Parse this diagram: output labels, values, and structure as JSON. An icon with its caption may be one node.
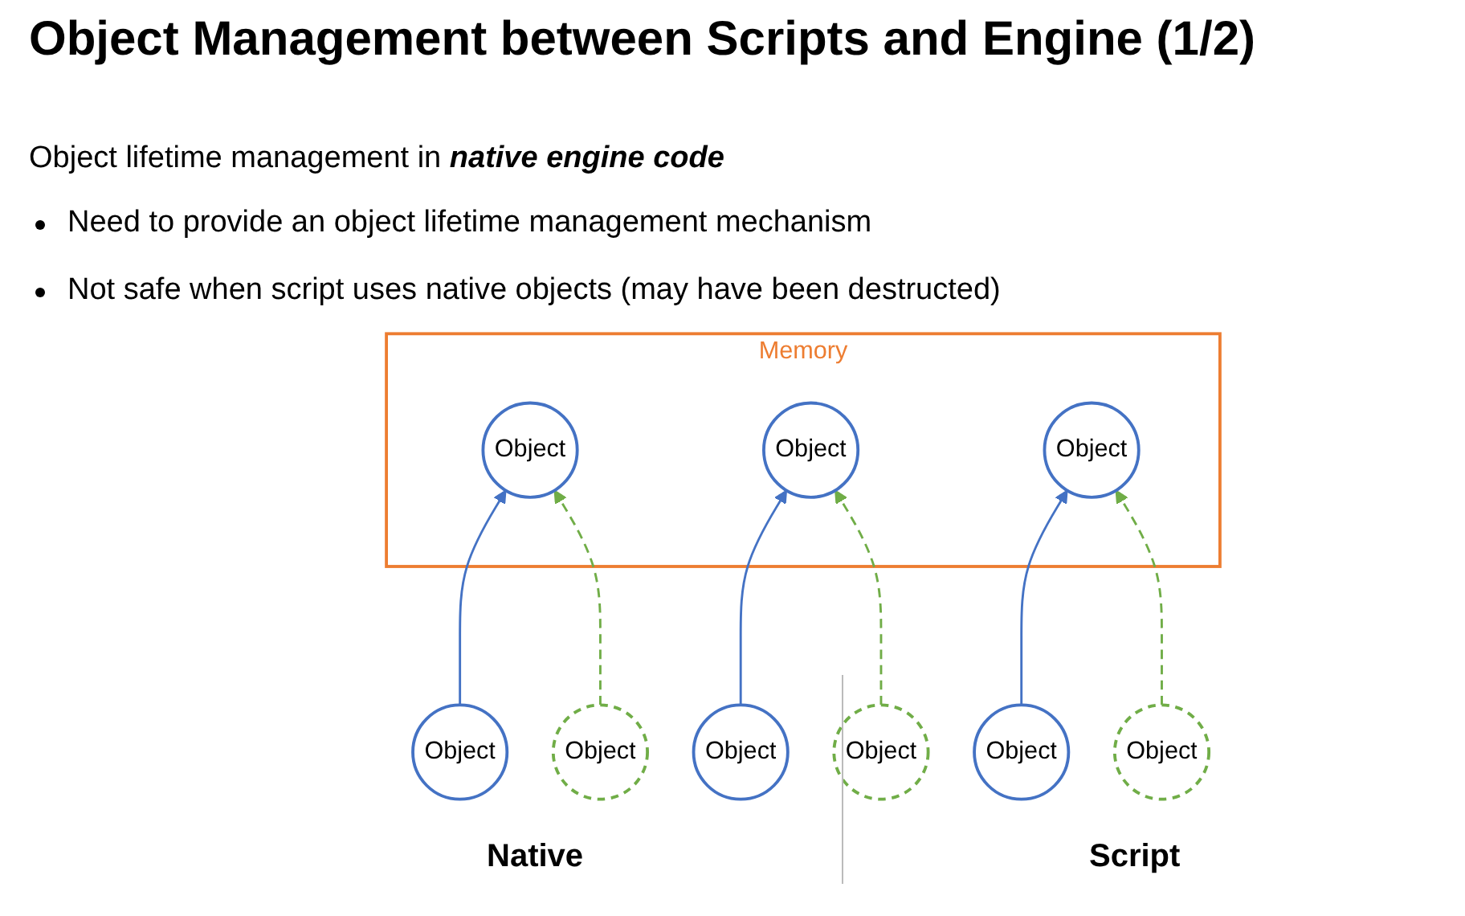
{
  "diagram": {
    "title": "Object Management between Scripts and Engine (1/2)",
    "nodes": [
      {
        "text": [
          "Memory"
        ]
      },
      {
        "text": [
          "Object"
        ],
        "in": 0
      },
      {
        "text": [
          "Object"
        ],
        "in": 0
      },
      {
        "text": [
          "Object"
        ],
        "in": 0
      },
      {
        "text": [
          "Object"
        ]
      },
      {
        "text": [
          "Object"
        ]
      },
      {
        "text": [
          "Object"
        ]
      },
      {
        "text": [
          "Object"
        ]
      },
      {
        "text": [
          "Object"
        ]
      },
      {
        "text": [
          "Object"
        ]
      }
    ],
    "edges": [
      {
        "from": 4,
        "to": 1,
        "arrow": "to"
      },
      {
        "from": 5,
        "to": 2,
        "arrow": "to"
      },
      {
        "from": 6,
        "to": 3,
        "arrow": "to"
      },
      {
        "from": 7,
        "to": 1,
        "arrow": "to",
        "style": "dashed",
        "color": "#70ad47"
      },
      {
        "from": 8,
        "to": 2,
        "arrow": "to",
        "style": "dashed",
        "color": "#70ad47"
      },
      {
        "from": 9,
        "to": 3,
        "arrow": "to",
        "style": "dashed",
        "color": "#70ad47"
      }
    ],
    "labels": [
      "Object lifetime management in **native engine code**",
      "Need to provide an object lifetime management mechanism",
      "Not safe when script uses native objects (may have been destructed)",
      "Native",
      "Script"
    ]
  }
}
